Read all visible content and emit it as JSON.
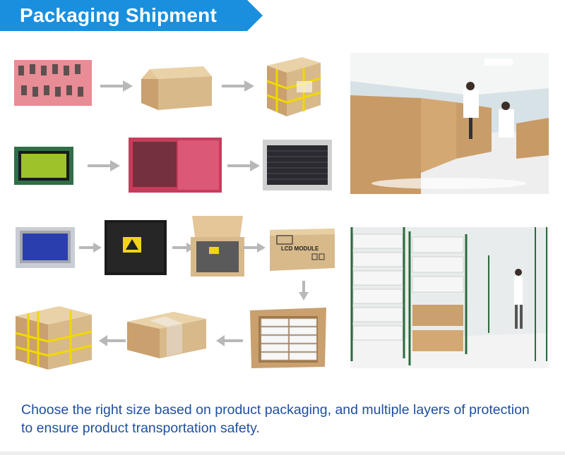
{
  "header": {
    "title": "Packaging Shipment"
  },
  "box_label": "LCD MODULE",
  "caption": {
    "text": "Choose the right size based on product packaging, and multiple layers of protection to ensure product transportation safety."
  },
  "colors": {
    "banner": "#1a8fde",
    "caption_text": "#1f4fa0",
    "arrow": "#b8b8b8",
    "carton": "#d8b98a",
    "tape": "#f2d800"
  },
  "icons": {
    "flow_arrow": "arrow-right-icon"
  }
}
